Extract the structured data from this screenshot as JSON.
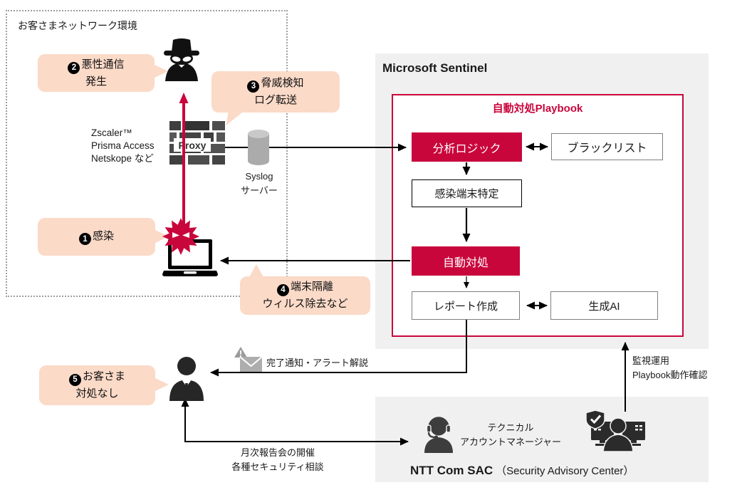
{
  "customer_network": {
    "title": "お客さまネットワーク環境",
    "proxy": {
      "label": "Proxy",
      "products": [
        "Zscaler™",
        "Prisma Access",
        "Netskope など"
      ]
    },
    "syslog": {
      "lines": [
        "Syslog",
        "サーバー"
      ]
    }
  },
  "bubbles": [
    {
      "num": "1",
      "lines": [
        "感染"
      ]
    },
    {
      "num": "2",
      "lines": [
        "悪性通信",
        "発生"
      ]
    },
    {
      "num": "3",
      "lines": [
        "脅威検知",
        "ログ転送"
      ]
    },
    {
      "num": "4",
      "lines": [
        "端末隔離",
        "ウィルス除去など"
      ]
    },
    {
      "num": "5",
      "lines": [
        "お客さま",
        "対処なし"
      ]
    }
  ],
  "sentinel": {
    "title": "Microsoft Sentinel",
    "playbook": {
      "title": "自動対処Playbook",
      "nodes": {
        "analysis": "分析ロジック",
        "blacklist": "ブラックリスト",
        "identify": "感染端末特定",
        "auto_action": "自動対処",
        "report": "レポート作成",
        "gen_ai": "生成AI"
      }
    }
  },
  "labels": {
    "completion_notice": "完了通知・アラート解説",
    "monitoring": [
      "監視運用",
      "Playbook動作確認"
    ],
    "monthly": [
      "月次報告会の開催",
      "各種セキュリティ相談"
    ]
  },
  "ntt_sac": {
    "title_bold": "NTT Com SAC",
    "title_paren": "（Security Advisory Center）",
    "tam": [
      "テクニカル",
      "アカウントマネージャー"
    ]
  },
  "colors": {
    "crimson": "#C9063C",
    "bubble": "#FBDAC8",
    "panel": "#F0F0F0",
    "icon_dark": "#262626",
    "gray_border": "#808080"
  }
}
